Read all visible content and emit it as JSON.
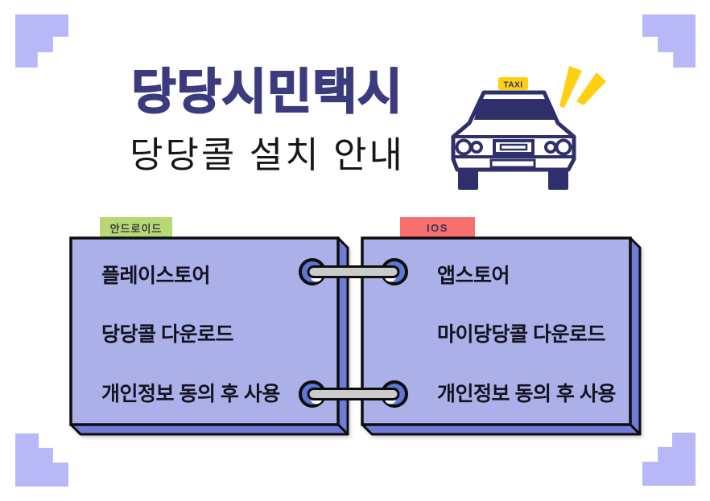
{
  "header": {
    "title": "당당시민택시",
    "subtitle": "당당콜 설치 안내"
  },
  "taxi": {
    "sign_label": "TAXI"
  },
  "panels": {
    "android": {
      "tab_label": "안드로이드",
      "items": [
        "플레이스토어",
        "당당콜 다운로드",
        "개인정보 동의 후 사용"
      ]
    },
    "ios": {
      "tab_label": "IOS",
      "items": [
        "앱스토어",
        "마이당당콜 다운로드",
        "개인정보 동의 후 사용"
      ]
    }
  },
  "colors": {
    "title_navy": "#3b3b7e",
    "panel_face": "#abb0e9",
    "panel_edge": "#6f7cd8",
    "android_tab_green": "#b7d875",
    "ios_tab_red": "#f7706d",
    "ring_blue": "#5d78d2",
    "ring_bar_gray": "#cbcbcb",
    "taxi_navy": "#2f2f6b",
    "accent_yellow": "#ffd012",
    "corner_lavender": "#b8b7f8"
  }
}
